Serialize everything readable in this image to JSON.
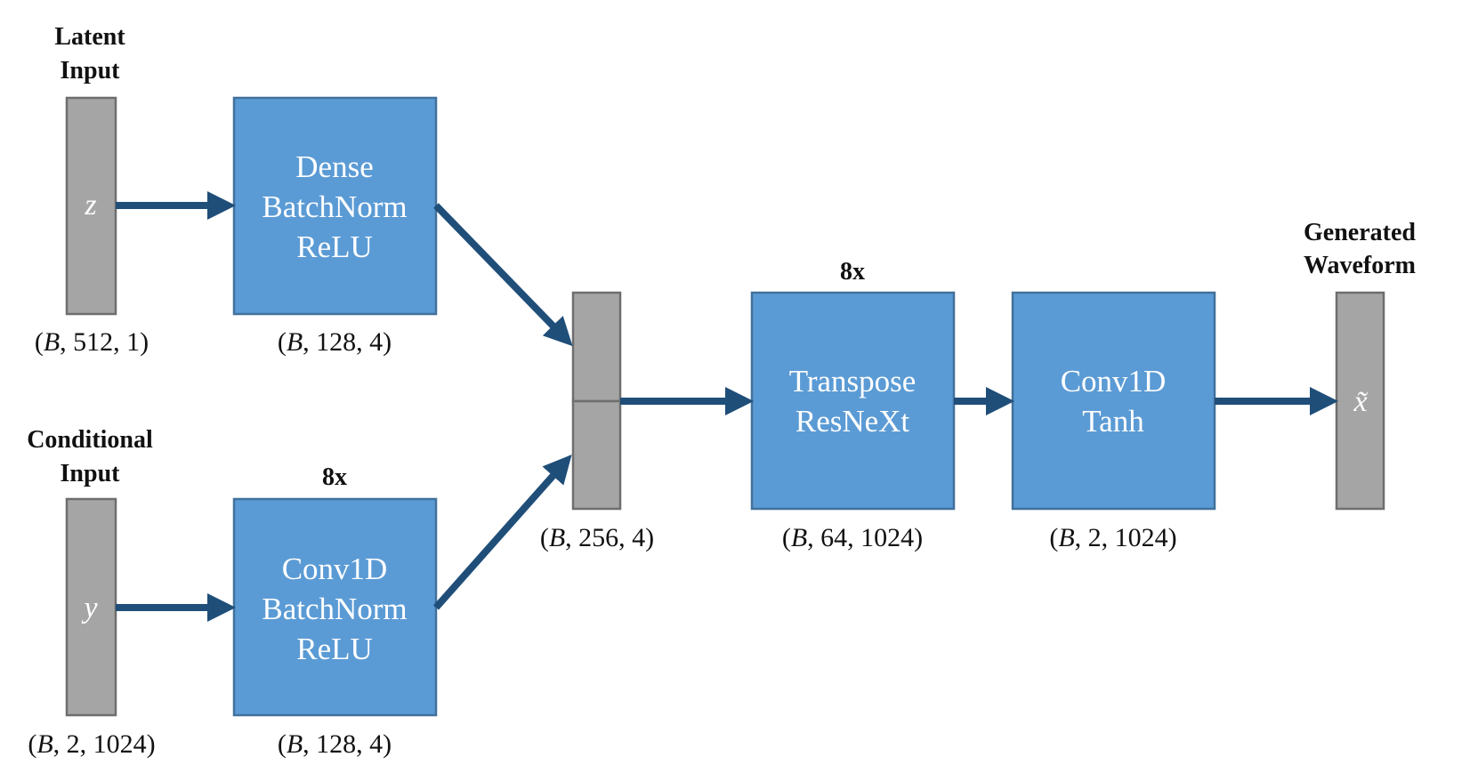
{
  "inputs": {
    "latent": {
      "title_line1": "Latent",
      "title_line2": "Input",
      "symbol": "z",
      "shape_var": "B",
      "shape_rest": ", 512, 1)"
    },
    "conditional": {
      "title_line1": "Conditional",
      "title_line2": "Input",
      "symbol": "y",
      "shape_var": "B",
      "shape_rest": ", 2, 1024)"
    }
  },
  "blocks": {
    "dense": {
      "line1": "Dense",
      "line2": "BatchNorm",
      "line3": "ReLU",
      "shape_var": "B",
      "shape_rest": ", 128, 4)"
    },
    "conv_cond": {
      "repeat": "8x",
      "line1": "Conv1D",
      "line2": "BatchNorm",
      "line3": "ReLU",
      "shape_var": "B",
      "shape_rest": ", 128, 4)"
    },
    "concat": {
      "shape_var": "B",
      "shape_rest": ", 256, 4)"
    },
    "resnext": {
      "repeat": "8x",
      "line1": "Transpose",
      "line2": "ResNeXt",
      "shape_var": "B",
      "shape_rest": ", 64, 1024)"
    },
    "conv_out": {
      "line1": "Conv1D",
      "line2": "Tanh",
      "shape_var": "B",
      "shape_rest": ", 2, 1024)"
    }
  },
  "output": {
    "title_line1": "Generated",
    "title_line2": "Waveform",
    "symbol": "x̃"
  },
  "colors": {
    "block_fill": "#5b9bd5",
    "block_border": "#41719c",
    "bar_fill": "#a5a5a5",
    "arrow": "#1f4e79"
  }
}
